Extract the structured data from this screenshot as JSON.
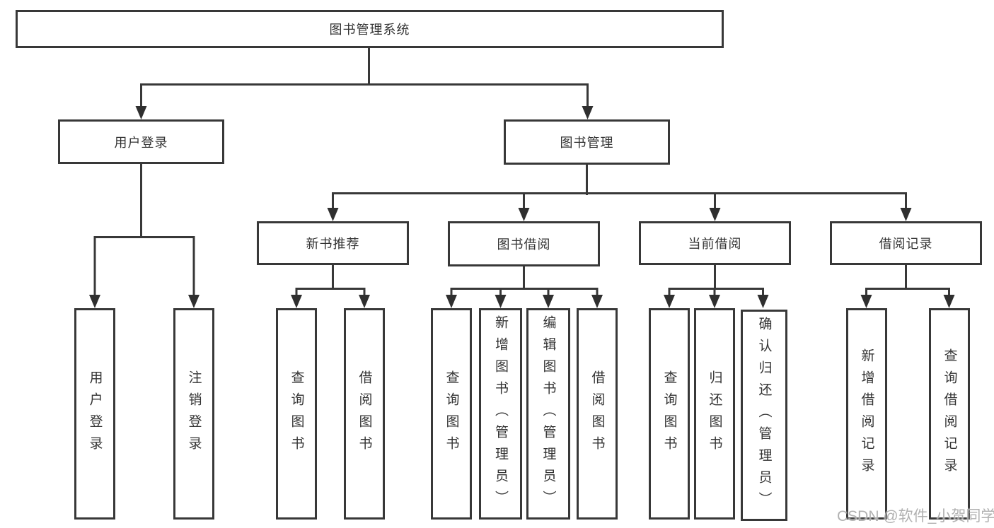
{
  "tree": {
    "label": "图书管理系统",
    "children": [
      {
        "label": "用户登录",
        "children": [
          {
            "label": "用户登录"
          },
          {
            "label": "注销登录"
          }
        ]
      },
      {
        "label": "图书管理",
        "children": [
          {
            "label": "新书推荐",
            "children": [
              {
                "label": "查询图书"
              },
              {
                "label": "借阅图书"
              }
            ]
          },
          {
            "label": "图书借阅",
            "children": [
              {
                "label": "查询图书"
              },
              {
                "label": "新增图书（管理员）"
              },
              {
                "label": "编辑图书（管理员）"
              },
              {
                "label": "借阅图书"
              }
            ]
          },
          {
            "label": "当前借阅",
            "children": [
              {
                "label": "查询图书"
              },
              {
                "label": "归还图书"
              },
              {
                "label": "确认归还（管理员）"
              }
            ]
          },
          {
            "label": "借阅记录",
            "children": [
              {
                "label": "新增借阅记录"
              },
              {
                "label": "查询借阅记录"
              }
            ]
          }
        ]
      }
    ]
  },
  "watermark": {
    "text": "CSDN @软件_小贺同学"
  },
  "colors": {
    "line": "#383838",
    "arrowhead": "#2f2f2f",
    "text": "#333333",
    "background": "#ffffff",
    "watermark_text": "#a8a8a8"
  }
}
